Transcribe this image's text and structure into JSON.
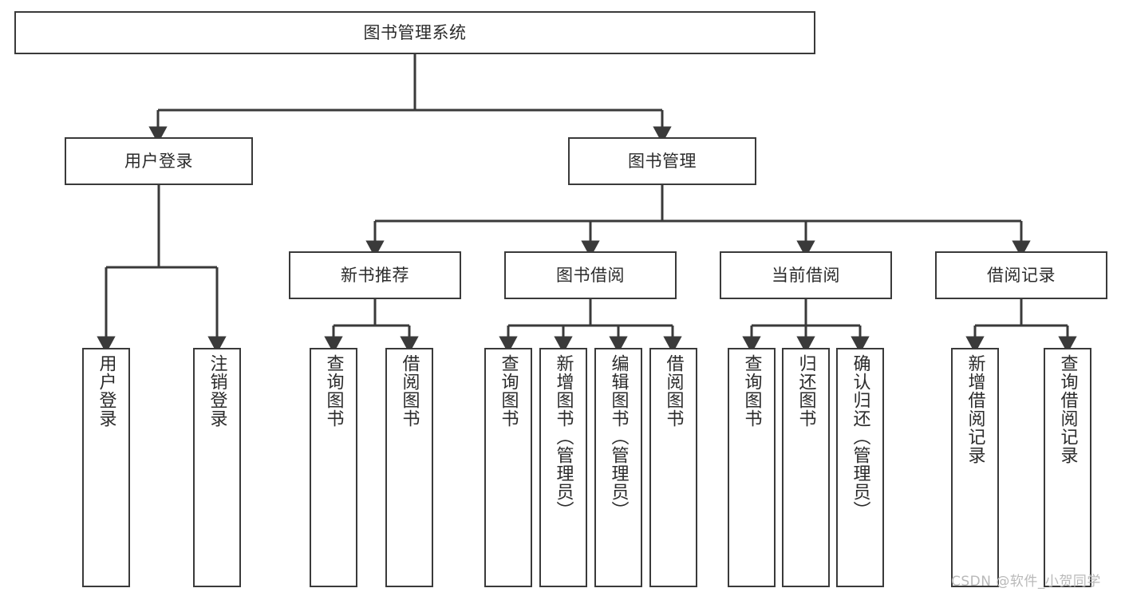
{
  "diagram": {
    "title": "图书管理系统",
    "type": "functional-structure-tree",
    "watermark": "CSDN @软件_小贺同学",
    "colors": {
      "stroke": "#3a3a3a",
      "fill": "#ffffff",
      "text": "#2b2b2b",
      "watermark": "#b9b9b9"
    },
    "nodes": {
      "root": {
        "label": "图书管理系统"
      },
      "level1": [
        {
          "label": "用户登录"
        },
        {
          "label": "图书管理"
        }
      ],
      "level2": [
        {
          "label": "新书推荐"
        },
        {
          "label": "图书借阅"
        },
        {
          "label": "当前借阅"
        },
        {
          "label": "借阅记录"
        }
      ],
      "leaves": {
        "user_login": [
          {
            "label": "用户登录"
          },
          {
            "label": "注销登录"
          }
        ],
        "new_book_recommend": [
          {
            "label": "查询图书"
          },
          {
            "label": "借阅图书"
          }
        ],
        "book_borrow": [
          {
            "label": "查询图书"
          },
          {
            "label": "新增图书（管理员）"
          },
          {
            "label": "编辑图书（管理员）"
          },
          {
            "label": "借阅图书"
          }
        ],
        "current_borrow": [
          {
            "label": "查询图书"
          },
          {
            "label": "归还图书"
          },
          {
            "label": "确认归还（管理员）"
          }
        ],
        "borrow_record": [
          {
            "label": "新增借阅记录"
          },
          {
            "label": "查询借阅记录"
          }
        ]
      }
    }
  }
}
